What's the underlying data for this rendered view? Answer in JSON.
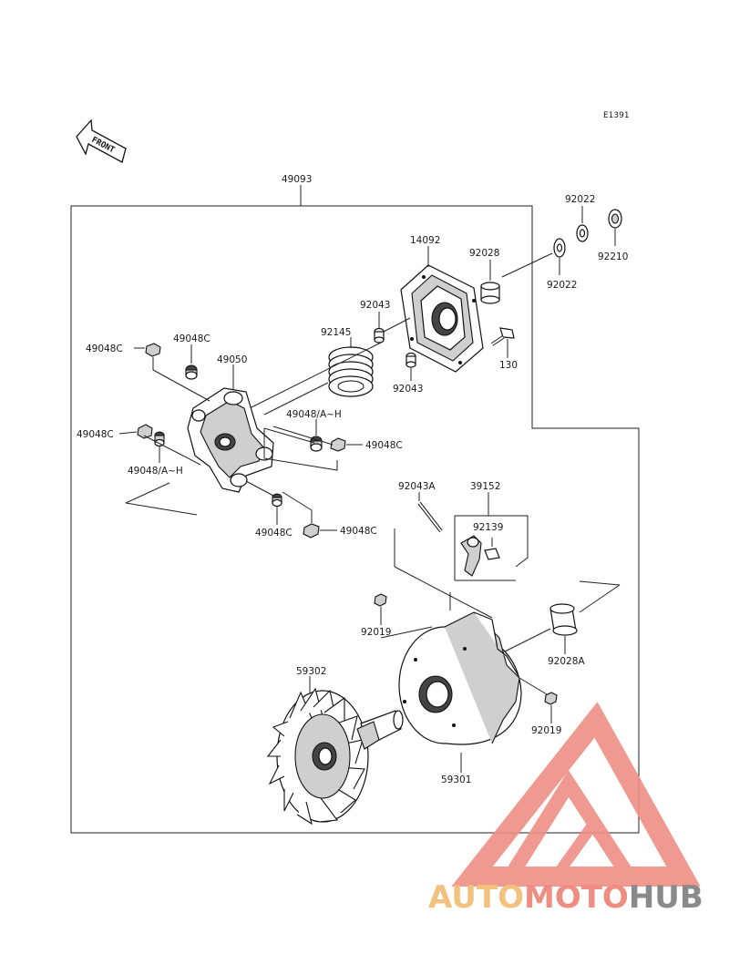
{
  "diagram_code": "E1391",
  "front_arrow": {
    "text": "FRONT",
    "icon": "front-arrow-icon"
  },
  "assembly_number": "49093",
  "parts": {
    "p14092": "14092",
    "p92022a": "92022",
    "p92022b": "92022",
    "p92210": "92210",
    "p92028": "92028",
    "p92043a": "92043",
    "p92043b": "92043",
    "p130": "130",
    "p92145": "92145",
    "p49048c_1": "49048C",
    "p49048c_2": "49048C",
    "p49048c_3": "49048C",
    "p49048c_4": "49048C",
    "p49048c_5": "49048C",
    "p49048c_6": "49048C",
    "p49050": "49050",
    "p49048ah_1": "49048/A~H",
    "p49048ah_2": "49048/A~H",
    "p92043A": "92043A",
    "p39152": "39152",
    "p92139": "92139",
    "p92019a": "92019",
    "p92019b": "92019",
    "p92028A": "92028A",
    "p59302": "59302",
    "p59301": "59301"
  },
  "watermark": {
    "part1": "AUTO",
    "part2": "MOTO",
    "part3": "HUB",
    "colors": {
      "auto": "#f3c17e",
      "moto": "#ee8d82",
      "hub": "#8a8a8a",
      "logo": "#ef8f86"
    }
  }
}
